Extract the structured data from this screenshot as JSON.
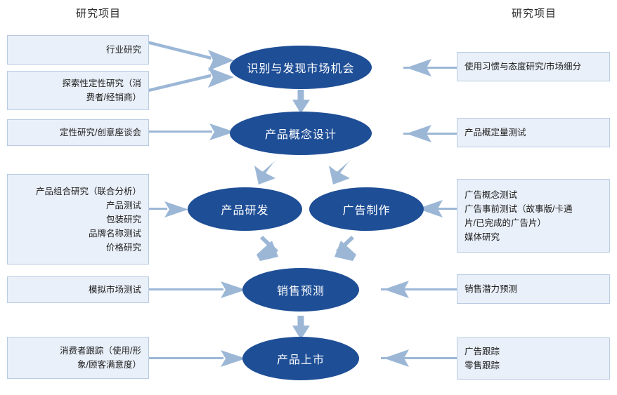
{
  "titles": {
    "left": "研究项目",
    "right": "研究项目"
  },
  "colors": {
    "node_fill": "#1e4e96",
    "node_text": "#ffffff",
    "box_fill": "#eaf0f9",
    "box_border": "#b8cbe3",
    "arrow": "#9cb7d6",
    "page_bg": "#ffffff"
  },
  "nodes": [
    {
      "id": "node-market-opportunity",
      "label": "识别与发现市场机会"
    },
    {
      "id": "node-concept-design",
      "label": "产品概念设计"
    },
    {
      "id": "node-product-rd",
      "label": "产品研发"
    },
    {
      "id": "node-ad-production",
      "label": "广告制作"
    },
    {
      "id": "node-sales-forecast",
      "label": "销售预测"
    },
    {
      "id": "node-product-launch",
      "label": "产品上市"
    }
  ],
  "left_boxes": [
    {
      "id": "box-industry-research",
      "lines": [
        "行业研究"
      ]
    },
    {
      "id": "box-exploratory-qualitative",
      "lines": [
        "探索性定性研究（消",
        "费者/经销商）"
      ]
    },
    {
      "id": "box-qualitative-creative",
      "lines": [
        "定性研究/创意座谈会"
      ]
    },
    {
      "id": "box-product-mix",
      "lines": [
        "产品组合研究（联合分析）",
        "产品测试",
        "包装研究",
        "品牌名称测试",
        "价格研究"
      ]
    },
    {
      "id": "box-simulated-market-test",
      "lines": [
        "模拟市场测试"
      ]
    },
    {
      "id": "box-consumer-tracking",
      "lines": [
        "消费者跟踪（使用/形",
        "象/顾客满意度）"
      ]
    }
  ],
  "right_boxes": [
    {
      "id": "box-usage-attitude",
      "lines": [
        "使用习惯与态度研究/市场细分"
      ]
    },
    {
      "id": "box-concept-quant-test",
      "lines": [
        "产品概定量测试"
      ]
    },
    {
      "id": "box-ad-tests",
      "lines": [
        "广告概念测试",
        "广告事前测试（故事版/卡通",
        "片/已完成的广告片）",
        "媒体研究"
      ]
    },
    {
      "id": "box-sales-potential",
      "lines": [
        "销售潜力预测"
      ]
    },
    {
      "id": "box-tracking",
      "lines": [
        "广告跟踪",
        "零售跟踪"
      ]
    }
  ]
}
